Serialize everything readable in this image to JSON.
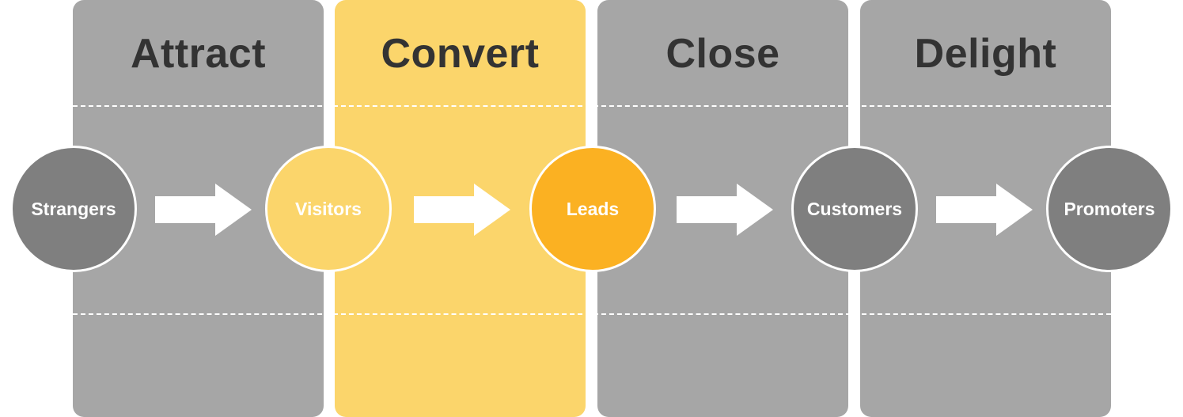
{
  "colors": {
    "stage_gray": "#a6a6a6",
    "stage_highlight": "#fbd56b",
    "node_gray": "#7f7f7f",
    "node_light_yellow": "#fbd56b",
    "node_orange": "#fbb122",
    "arrow": "#ffffff",
    "title_text": "#333333"
  },
  "stages": [
    {
      "title": "Attract",
      "highlighted": false
    },
    {
      "title": "Convert",
      "highlighted": true
    },
    {
      "title": "Close",
      "highlighted": false
    },
    {
      "title": "Delight",
      "highlighted": false
    }
  ],
  "nodes": [
    {
      "label": "Strangers",
      "color": "#7f7f7f"
    },
    {
      "label": "Visitors",
      "color": "#fbd56b"
    },
    {
      "label": "Leads",
      "color": "#fbb122"
    },
    {
      "label": "Customers",
      "color": "#7f7f7f"
    },
    {
      "label": "Promoters",
      "color": "#7f7f7f"
    }
  ]
}
